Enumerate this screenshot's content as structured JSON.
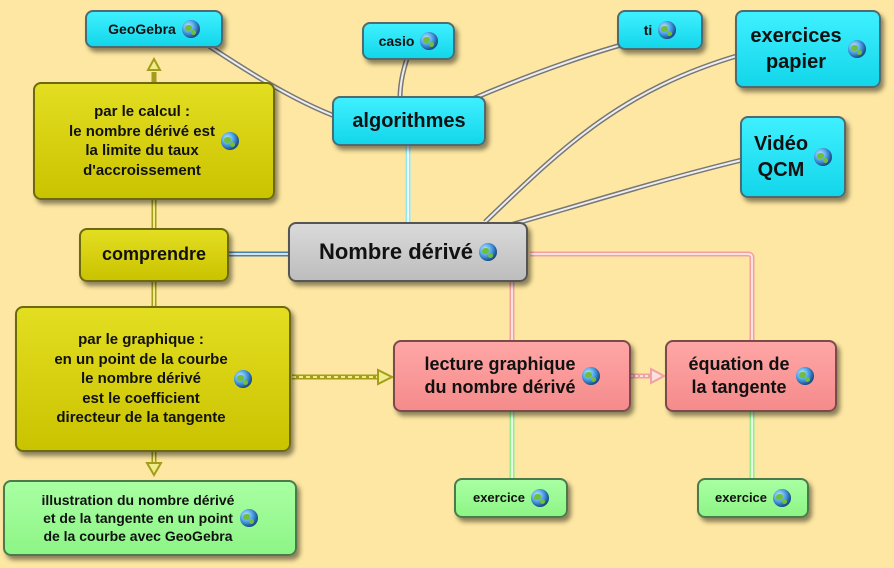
{
  "nodes": {
    "geogebra_top": "GeoGebra",
    "casio": "casio",
    "ti": "ti",
    "exercices_papier": "exercices\npapier",
    "algorithmes": "algorithmes",
    "video_qcm": "Vidéo\nQCM",
    "par_le_calcul": "par le calcul :\nle nombre dérivé est\nla limite du taux\nd'accroissement",
    "comprendre": "comprendre",
    "nombre_derive": "Nombre dérivé",
    "par_le_graphique": "par le graphique :\nen un point de la courbe\nle nombre dérivé\nest le coefficient\ndirecteur de la tangente",
    "lecture_graphique": "lecture graphique\ndu nombre dérivé",
    "equation_tangente": "équation de\nla tangente",
    "illustration": "illustration du nombre dérivé\net de la tangente en un point\nde la courbe avec GeoGebra",
    "exercice_1": "exercice",
    "exercice_2": "exercice"
  },
  "colors": {
    "background": "#fde7a2",
    "cyan": "#13d6ea",
    "olive": "#c9c300",
    "pink": "#f58b8b",
    "green": "#8df586",
    "grey": "#bdbdbd",
    "link_grey": "#8a8a8a",
    "link_blue": "#4a7fa8",
    "link_cyan": "#8fe9f5",
    "link_pink": "#f2a0a0",
    "link_green": "#8ef08e",
    "link_olive": "#a49d1a"
  },
  "icons": [
    "globe-icon"
  ]
}
